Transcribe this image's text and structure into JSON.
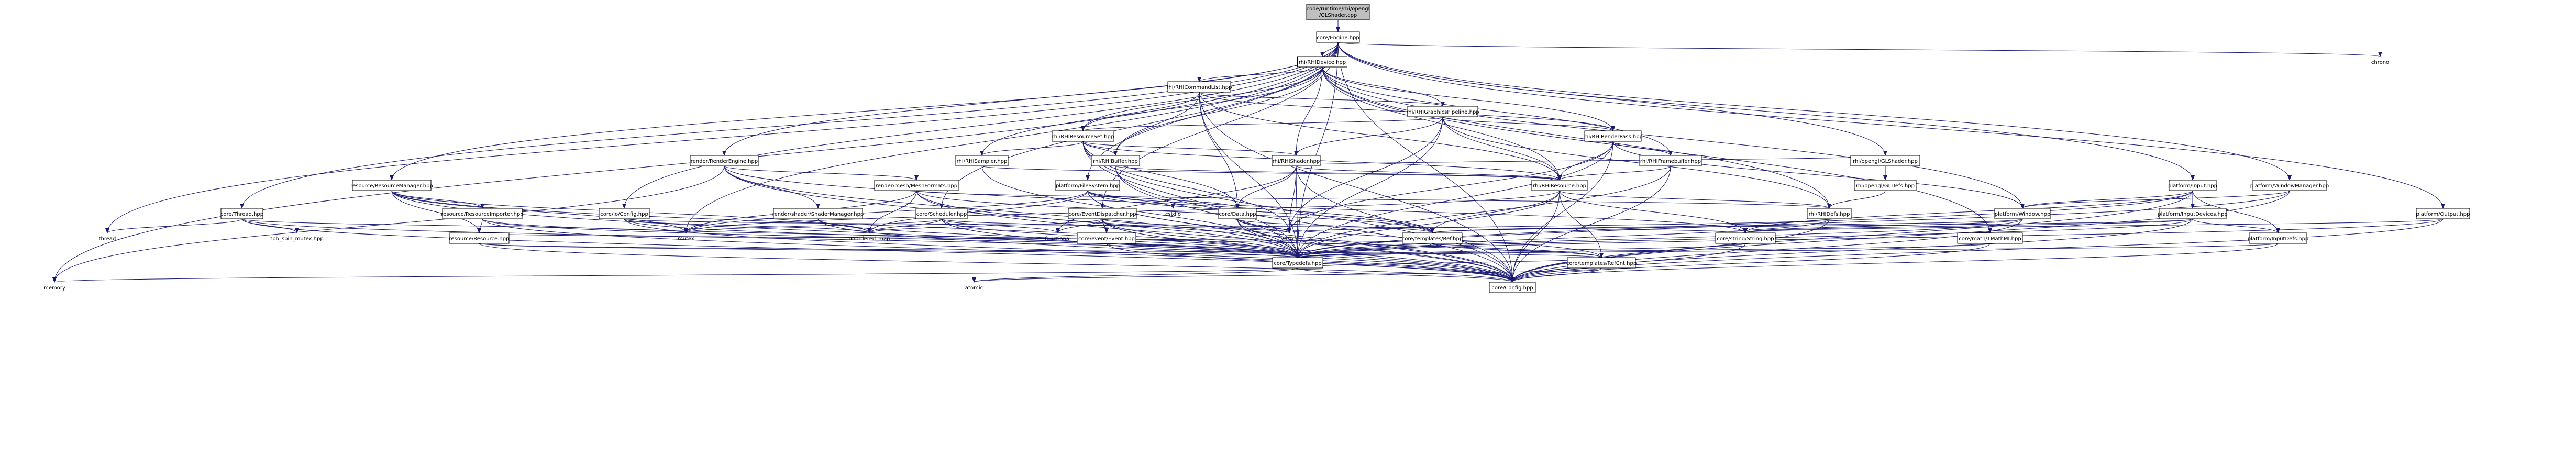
{
  "colors": {
    "edge": "#191970",
    "root_fill": "#bfbfbf",
    "node_fill": "#ffffff",
    "text_normal": "#000000",
    "text_red": "#ff0000"
  },
  "nodes": [
    {
      "id": "gl_shader_cpp",
      "lines": [
        "code/runtime/rhi/opengl",
        "/GLShader.cpp"
      ],
      "kind": "root"
    },
    {
      "id": "engine",
      "lines": [
        "core/Engine.hpp"
      ],
      "kind": "normal"
    },
    {
      "id": "rhi_device",
      "lines": [
        "rhi/RHIDevice.hpp"
      ],
      "kind": "red"
    },
    {
      "id": "rhi_cmd",
      "lines": [
        "rhi/RHICommandList.hpp"
      ],
      "kind": "red"
    },
    {
      "id": "rhi_gfx",
      "lines": [
        "rhi/RHIGraphicsPipeline.hpp"
      ],
      "kind": "red"
    },
    {
      "id": "rhi_resset",
      "lines": [
        "rhi/RHIResourceSet.hpp"
      ],
      "kind": "red"
    },
    {
      "id": "rhi_renderpass",
      "lines": [
        "rhi/RHIRenderPass.hpp"
      ],
      "kind": "normal"
    },
    {
      "id": "gl_shader_hpp",
      "lines": [
        "rhi/opengl/GLShader.hpp"
      ],
      "kind": "normal"
    },
    {
      "id": "gl_defs",
      "lines": [
        "rhi/opengl/GLDefs.hpp"
      ],
      "kind": "red"
    },
    {
      "id": "rhi_sampler",
      "lines": [
        "rhi/RHISampler.hpp"
      ],
      "kind": "normal"
    },
    {
      "id": "rhi_buffer",
      "lines": [
        "rhi/RHIBuffer.hpp"
      ],
      "kind": "normal"
    },
    {
      "id": "rhi_shader",
      "lines": [
        "rhi/RHIShader.hpp"
      ],
      "kind": "red"
    },
    {
      "id": "rhi_framebuffer",
      "lines": [
        "rhi/RHIFramebuffer.hpp"
      ],
      "kind": "red"
    },
    {
      "id": "rhi_resource",
      "lines": [
        "rhi/RHIResource.hpp"
      ],
      "kind": "normal"
    },
    {
      "id": "rhi_defs",
      "lines": [
        "rhi/RHIDefs.hpp"
      ],
      "kind": "normal"
    },
    {
      "id": "core_data",
      "lines": [
        "core/Data.hpp"
      ],
      "kind": "normal"
    },
    {
      "id": "render_engine",
      "lines": [
        "render/RenderEngine.hpp"
      ],
      "kind": "normal"
    },
    {
      "id": "mesh_formats",
      "lines": [
        "render/mesh/MeshFormats.hpp"
      ],
      "kind": "red"
    },
    {
      "id": "shader_manager",
      "lines": [
        "render/shader/ShaderManager.hpp"
      ],
      "kind": "red"
    },
    {
      "id": "resource_manager",
      "lines": [
        "resource/ResourceManager.hpp"
      ],
      "kind": "normal"
    },
    {
      "id": "resource_importer",
      "lines": [
        "resource/ResourceImporter.hpp"
      ],
      "kind": "normal"
    },
    {
      "id": "resource",
      "lines": [
        "resource/Resource.hpp"
      ],
      "kind": "red"
    },
    {
      "id": "core_thread",
      "lines": [
        "core/Thread.hpp"
      ],
      "kind": "normal"
    },
    {
      "id": "io_config",
      "lines": [
        "core/io/Config.hpp"
      ],
      "kind": "normal"
    },
    {
      "id": "file_system",
      "lines": [
        "platform/FileSystem.hpp"
      ],
      "kind": "normal"
    },
    {
      "id": "scheduler",
      "lines": [
        "core/Scheduler.hpp"
      ],
      "kind": "normal"
    },
    {
      "id": "event_dispatcher",
      "lines": [
        "core/EventDispatcher.hpp"
      ],
      "kind": "normal"
    },
    {
      "id": "event",
      "lines": [
        "core/event/Event.hpp"
      ],
      "kind": "red"
    },
    {
      "id": "platform_input",
      "lines": [
        "platform/Input.hpp"
      ],
      "kind": "normal"
    },
    {
      "id": "input_devices",
      "lines": [
        "platform/InputDevices.hpp"
      ],
      "kind": "red"
    },
    {
      "id": "input_defs",
      "lines": [
        "platform/InputDefs.hpp"
      ],
      "kind": "red"
    },
    {
      "id": "platform_window",
      "lines": [
        "platform/Window.hpp"
      ],
      "kind": "red"
    },
    {
      "id": "window_manager",
      "lines": [
        "platform/WindowManager.hpp"
      ],
      "kind": "normal"
    },
    {
      "id": "platform_output",
      "lines": [
        "platform/Output.hpp"
      ],
      "kind": "normal"
    },
    {
      "id": "tmath",
      "lines": [
        "core/math/TMathMI.hpp"
      ],
      "kind": "red"
    },
    {
      "id": "string",
      "lines": [
        "core/string/String.hpp"
      ],
      "kind": "red"
    },
    {
      "id": "ref",
      "lines": [
        "core/templates/Ref.hpp"
      ],
      "kind": "normal"
    },
    {
      "id": "refcnt",
      "lines": [
        "core/templates/RefCnt.hpp"
      ],
      "kind": "red"
    },
    {
      "id": "typedefs",
      "lines": [
        "core/Typedefs.hpp"
      ],
      "kind": "red"
    },
    {
      "id": "core_config",
      "lines": [
        "core/Config.hpp"
      ],
      "kind": "normal"
    },
    {
      "id": "chrono",
      "lines": [
        "chrono"
      ],
      "kind": "plain"
    },
    {
      "id": "cstdio",
      "lines": [
        "cstdio"
      ],
      "kind": "plain"
    },
    {
      "id": "thread",
      "lines": [
        "thread"
      ],
      "kind": "plain"
    },
    {
      "id": "tbb",
      "lines": [
        "tbb_spin_mutex.hpp"
      ],
      "kind": "plain"
    },
    {
      "id": "mutex",
      "lines": [
        "mutex"
      ],
      "kind": "plain"
    },
    {
      "id": "unordered_map",
      "lines": [
        "unordered_map"
      ],
      "kind": "plain"
    },
    {
      "id": "functional",
      "lines": [
        "functional"
      ],
      "kind": "plain"
    },
    {
      "id": "vector",
      "lines": [
        "vector"
      ],
      "kind": "plain"
    },
    {
      "id": "memory",
      "lines": [
        "memory"
      ],
      "kind": "plain"
    },
    {
      "id": "atomic",
      "lines": [
        "atomic"
      ],
      "kind": "plain"
    }
  ],
  "edges": [
    [
      "gl_shader_cpp",
      "engine"
    ],
    [
      "engine",
      "rhi_device"
    ],
    [
      "engine",
      "chrono"
    ],
    [
      "engine",
      "gl_shader_hpp"
    ],
    [
      "engine",
      "render_engine"
    ],
    [
      "engine",
      "resource_manager"
    ],
    [
      "engine",
      "core_thread"
    ],
    [
      "engine",
      "io_config"
    ],
    [
      "engine",
      "file_system"
    ],
    [
      "engine",
      "scheduler"
    ],
    [
      "engine",
      "event_dispatcher"
    ],
    [
      "engine",
      "platform_input"
    ],
    [
      "engine",
      "window_manager"
    ],
    [
      "engine",
      "platform_output"
    ],
    [
      "engine",
      "thread"
    ],
    [
      "engine",
      "mutex"
    ],
    [
      "engine",
      "memory"
    ],
    [
      "engine",
      "typedefs"
    ],
    [
      "engine",
      "core_config"
    ],
    [
      "rhi_device",
      "rhi_cmd"
    ],
    [
      "rhi_device",
      "rhi_gfx"
    ],
    [
      "rhi_device",
      "rhi_resset"
    ],
    [
      "rhi_device",
      "rhi_renderpass"
    ],
    [
      "rhi_device",
      "rhi_sampler"
    ],
    [
      "rhi_device",
      "rhi_buffer"
    ],
    [
      "rhi_device",
      "rhi_shader"
    ],
    [
      "rhi_device",
      "rhi_framebuffer"
    ],
    [
      "rhi_device",
      "rhi_resource"
    ],
    [
      "rhi_device",
      "rhi_defs"
    ],
    [
      "rhi_device",
      "platform_window"
    ],
    [
      "rhi_device",
      "tmath"
    ],
    [
      "rhi_cmd",
      "rhi_gfx"
    ],
    [
      "rhi_cmd",
      "rhi_resset"
    ],
    [
      "rhi_cmd",
      "rhi_renderpass"
    ],
    [
      "rhi_cmd",
      "rhi_buffer"
    ],
    [
      "rhi_cmd",
      "rhi_resource"
    ],
    [
      "rhi_cmd",
      "core_data"
    ],
    [
      "rhi_cmd",
      "typedefs"
    ],
    [
      "rhi_cmd",
      "core_config"
    ],
    [
      "rhi_gfx",
      "rhi_shader"
    ],
    [
      "rhi_gfx",
      "rhi_resset"
    ],
    [
      "rhi_gfx",
      "rhi_resource"
    ],
    [
      "rhi_gfx",
      "rhi_renderpass"
    ],
    [
      "rhi_gfx",
      "rhi_defs"
    ],
    [
      "rhi_gfx",
      "typedefs"
    ],
    [
      "rhi_gfx",
      "vector"
    ],
    [
      "rhi_resset",
      "rhi_sampler"
    ],
    [
      "rhi_resset",
      "rhi_buffer"
    ],
    [
      "rhi_resset",
      "rhi_shader"
    ],
    [
      "rhi_resset",
      "rhi_resource"
    ],
    [
      "rhi_resset",
      "core_data"
    ],
    [
      "rhi_resset",
      "vector"
    ],
    [
      "rhi_resset",
      "typedefs"
    ],
    [
      "rhi_resset",
      "core_config"
    ],
    [
      "rhi_renderpass",
      "rhi_framebuffer"
    ],
    [
      "rhi_renderpass",
      "rhi_resource"
    ],
    [
      "rhi_renderpass",
      "platform_window"
    ],
    [
      "rhi_renderpass",
      "typedefs"
    ],
    [
      "rhi_renderpass",
      "vector"
    ],
    [
      "rhi_renderpass",
      "core_config"
    ],
    [
      "gl_shader_hpp",
      "rhi_shader"
    ],
    [
      "gl_shader_hpp",
      "gl_defs"
    ],
    [
      "gl_defs",
      "rhi_defs"
    ],
    [
      "rhi_sampler",
      "rhi_resource"
    ],
    [
      "rhi_sampler",
      "typedefs"
    ],
    [
      "rhi_buffer",
      "rhi_resource"
    ],
    [
      "rhi_buffer",
      "typedefs"
    ],
    [
      "rhi_buffer",
      "core_config"
    ],
    [
      "rhi_shader",
      "rhi_resource"
    ],
    [
      "rhi_shader",
      "core_data"
    ],
    [
      "rhi_shader",
      "vector"
    ],
    [
      "rhi_shader",
      "functional"
    ],
    [
      "rhi_shader",
      "typedefs"
    ],
    [
      "rhi_shader",
      "core_config"
    ],
    [
      "rhi_framebuffer",
      "rhi_resource"
    ],
    [
      "rhi_framebuffer",
      "typedefs"
    ],
    [
      "rhi_framebuffer",
      "core_config"
    ],
    [
      "rhi_resource",
      "rhi_defs"
    ],
    [
      "rhi_resource",
      "ref"
    ],
    [
      "rhi_resource",
      "refcnt"
    ],
    [
      "rhi_resource",
      "string"
    ],
    [
      "rhi_resource",
      "typedefs"
    ],
    [
      "rhi_resource",
      "mutex"
    ],
    [
      "rhi_resource",
      "core_config"
    ],
    [
      "rhi_defs",
      "typedefs"
    ],
    [
      "rhi_defs",
      "vector"
    ],
    [
      "rhi_defs",
      "core_config"
    ],
    [
      "core_data",
      "typedefs"
    ],
    [
      "core_data",
      "ref"
    ],
    [
      "core_data",
      "refcnt"
    ],
    [
      "core_data",
      "vector"
    ],
    [
      "core_data",
      "core_config"
    ],
    [
      "render_engine",
      "mesh_formats"
    ],
    [
      "render_engine",
      "shader_manager"
    ],
    [
      "render_engine",
      "typedefs"
    ],
    [
      "render_engine",
      "ref"
    ],
    [
      "render_engine",
      "core_config"
    ],
    [
      "render_engine",
      "memory"
    ],
    [
      "mesh_formats",
      "rhi_defs"
    ],
    [
      "mesh_formats",
      "unordered_map"
    ],
    [
      "mesh_formats",
      "mutex"
    ],
    [
      "mesh_formats",
      "typedefs"
    ],
    [
      "mesh_formats",
      "core_config"
    ],
    [
      "mesh_formats",
      "ref"
    ],
    [
      "shader_manager",
      "unordered_map"
    ],
    [
      "shader_manager",
      "typedefs"
    ],
    [
      "shader_manager",
      "core_config"
    ],
    [
      "resource_manager",
      "resource_importer"
    ],
    [
      "resource_manager",
      "resource"
    ],
    [
      "resource_manager",
      "unordered_map"
    ],
    [
      "resource_manager",
      "mutex"
    ],
    [
      "resource_manager",
      "typedefs"
    ],
    [
      "resource_manager",
      "core_config"
    ],
    [
      "resource_importer",
      "resource"
    ],
    [
      "resource_importer",
      "typedefs"
    ],
    [
      "resource_importer",
      "core_config"
    ],
    [
      "resource_importer",
      "refcnt"
    ],
    [
      "resource",
      "typedefs"
    ],
    [
      "resource",
      "ref"
    ],
    [
      "resource",
      "refcnt"
    ],
    [
      "resource",
      "core_config"
    ],
    [
      "core_thread",
      "thread"
    ],
    [
      "core_thread",
      "tbb"
    ],
    [
      "core_thread",
      "mutex"
    ],
    [
      "core_thread",
      "typedefs"
    ],
    [
      "core_thread",
      "core_config"
    ],
    [
      "io_config",
      "typedefs"
    ],
    [
      "io_config",
      "unordered_map"
    ],
    [
      "io_config",
      "string"
    ],
    [
      "io_config",
      "core_config"
    ],
    [
      "file_system",
      "core_data"
    ],
    [
      "file_system",
      "cstdio"
    ],
    [
      "file_system",
      "unordered_map"
    ],
    [
      "file_system",
      "mutex"
    ],
    [
      "file_system",
      "string"
    ],
    [
      "file_system",
      "typedefs"
    ],
    [
      "file_system",
      "core_config"
    ],
    [
      "file_system",
      "ref"
    ],
    [
      "scheduler",
      "functional"
    ],
    [
      "scheduler",
      "vector"
    ],
    [
      "scheduler",
      "mutex"
    ],
    [
      "scheduler",
      "typedefs"
    ],
    [
      "scheduler",
      "core_config"
    ],
    [
      "scheduler",
      "unordered_map"
    ],
    [
      "event_dispatcher",
      "event"
    ],
    [
      "event_dispatcher",
      "functional"
    ],
    [
      "event_dispatcher",
      "unordered_map"
    ],
    [
      "event_dispatcher",
      "typedefs"
    ],
    [
      "event_dispatcher",
      "core_config"
    ],
    [
      "event_dispatcher",
      "vector"
    ],
    [
      "event",
      "typedefs"
    ],
    [
      "event",
      "core_config"
    ],
    [
      "platform_input",
      "input_devices"
    ],
    [
      "platform_input",
      "input_defs"
    ],
    [
      "platform_input",
      "platform_window"
    ],
    [
      "platform_input",
      "string"
    ],
    [
      "platform_input",
      "typedefs"
    ],
    [
      "platform_input",
      "core_config"
    ],
    [
      "input_devices",
      "input_defs"
    ],
    [
      "input_devices",
      "string"
    ],
    [
      "input_devices",
      "typedefs"
    ],
    [
      "input_devices",
      "core_config"
    ],
    [
      "input_devices",
      "ref"
    ],
    [
      "input_defs",
      "typedefs"
    ],
    [
      "input_defs",
      "core_config"
    ],
    [
      "platform_window",
      "string"
    ],
    [
      "platform_window",
      "typedefs"
    ],
    [
      "platform_window",
      "core_config"
    ],
    [
      "platform_window",
      "ref"
    ],
    [
      "window_manager",
      "platform_window"
    ],
    [
      "window_manager",
      "typedefs"
    ],
    [
      "window_manager",
      "core_config"
    ],
    [
      "platform_output",
      "string"
    ],
    [
      "platform_output",
      "typedefs"
    ],
    [
      "platform_output",
      "core_config"
    ],
    [
      "tmath",
      "typedefs"
    ],
    [
      "tmath",
      "core_config"
    ],
    [
      "string",
      "typedefs"
    ],
    [
      "string",
      "core_config"
    ],
    [
      "ref",
      "typedefs"
    ],
    [
      "ref",
      "refcnt"
    ],
    [
      "refcnt",
      "typedefs"
    ],
    [
      "refcnt",
      "core_config"
    ],
    [
      "refcnt",
      "atomic"
    ],
    [
      "typedefs",
      "core_config"
    ],
    [
      "typedefs",
      "memory"
    ],
    [
      "typedefs",
      "atomic"
    ]
  ]
}
